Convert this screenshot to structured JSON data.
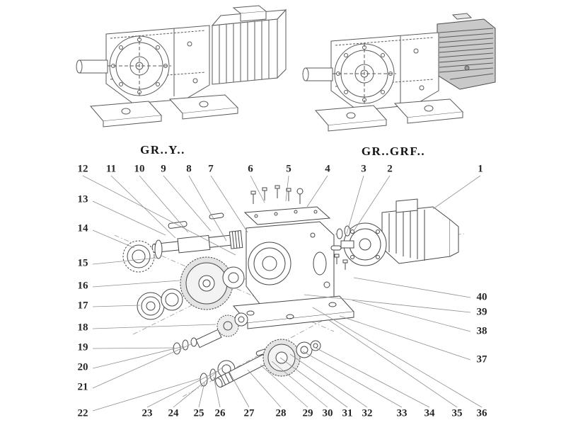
{
  "titles": {
    "left": "GR..Y..",
    "right": "GR..GRF.."
  },
  "callouts": {
    "c1": "1",
    "c2": "2",
    "c3": "3",
    "c4": "4",
    "c5": "5",
    "c6": "6",
    "c7": "7",
    "c8": "8",
    "c9": "9",
    "c10": "10",
    "c11": "11",
    "c12": "12",
    "c13": "13",
    "c14": "14",
    "c15": "15",
    "c16": "16",
    "c17": "17",
    "c18": "18",
    "c19": "19",
    "c20": "20",
    "c21": "21",
    "c22": "22",
    "c23": "23",
    "c24": "24",
    "c25": "25",
    "c26": "26",
    "c27": "27",
    "c28": "28",
    "c29": "29",
    "c30": "30",
    "c31": "31",
    "c32": "32",
    "c33": "33",
    "c34": "34",
    "c35": "35",
    "c36": "36",
    "c37": "37",
    "c38": "38",
    "c39": "39",
    "c40": "40"
  },
  "colors": {
    "line": "#5a5a5a",
    "exploded_line": "#474747",
    "leader": "#8f8f8f",
    "gear_fill": "#e4e4e4",
    "dark_unit": "#c9c9c9"
  }
}
